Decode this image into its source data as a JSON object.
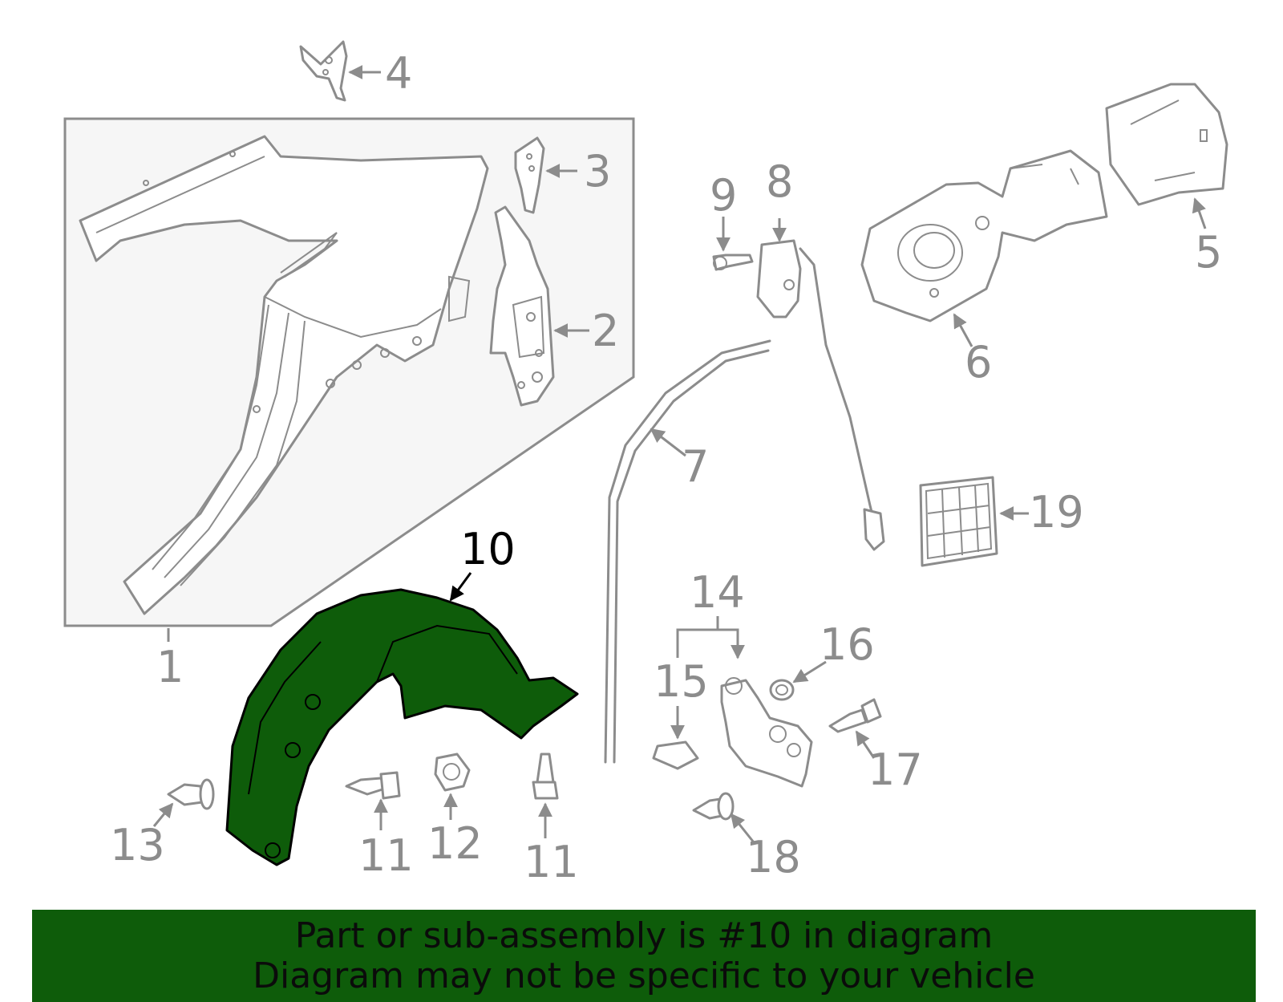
{
  "callouts": {
    "c1": "1",
    "c2": "2",
    "c3": "3",
    "c4": "4",
    "c5": "5",
    "c6": "6",
    "c7": "7",
    "c8": "8",
    "c9": "9",
    "c10": "10",
    "c11a": "11",
    "c11b": "11",
    "c12": "12",
    "c13": "13",
    "c14": "14",
    "c15": "15",
    "c16": "16",
    "c17": "17",
    "c18": "18",
    "c19": "19"
  },
  "banner": {
    "line1": "Part or sub-assembly is #10 in diagram",
    "line2": "Diagram may not be specific to your vehicle"
  },
  "colors": {
    "highlight_part": "#0e5c0a",
    "banner_background": "#0e5c0a",
    "line_art": "#8c8c8c",
    "highlight_callout": "#000000"
  }
}
